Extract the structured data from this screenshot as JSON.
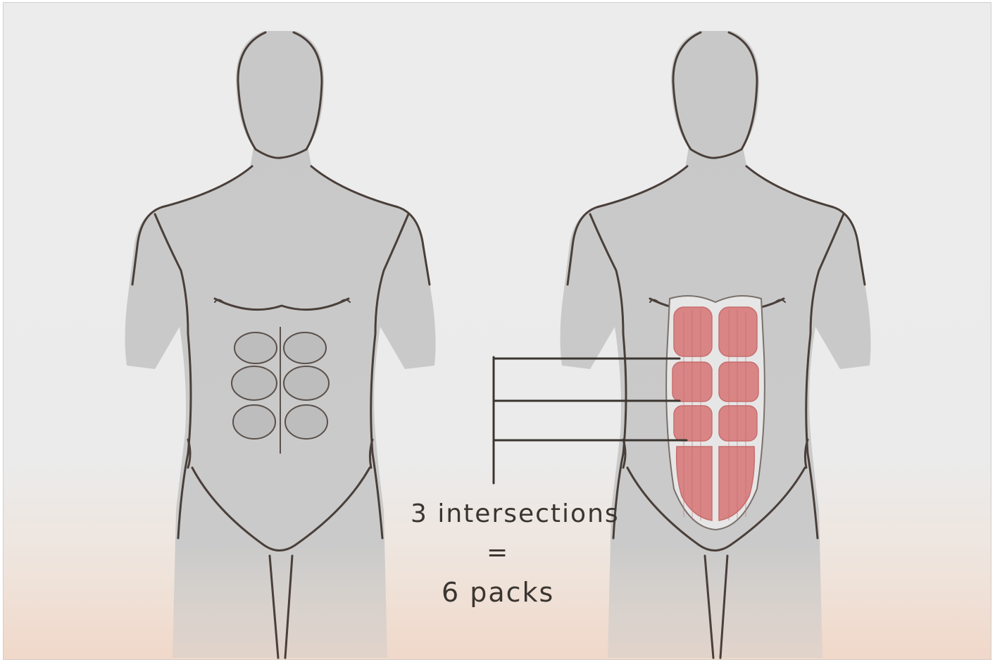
{
  "annotation": {
    "line1": "3 intersections",
    "equals": "=",
    "line2": "6 packs"
  },
  "colors": {
    "background": "#ececec",
    "skin": "#c9c9c9",
    "outline": "#4a3f3a",
    "muscle": "#d98585",
    "warm_fade": "#f0d8c9"
  },
  "figures": [
    {
      "name": "torso-with-abs"
    },
    {
      "name": "torso-with-rectus-abdominis-highlighted"
    }
  ]
}
